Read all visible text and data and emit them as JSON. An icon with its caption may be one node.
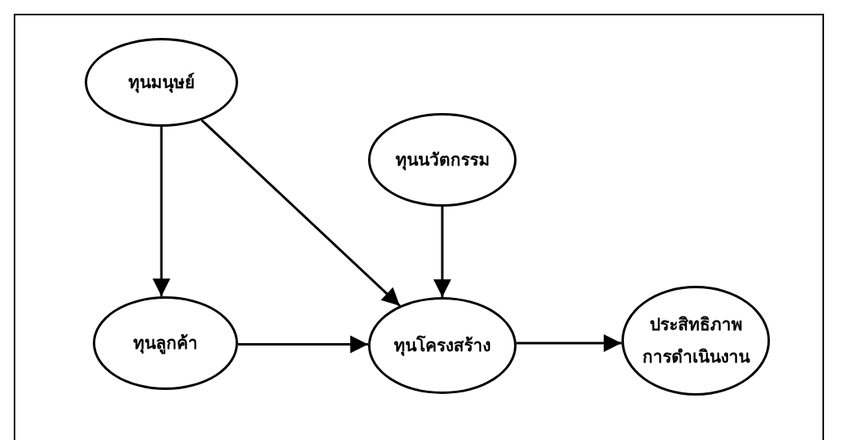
{
  "diagram": {
    "nodes": [
      {
        "text": [
          "ทุนมนุษย์"
        ]
      },
      {
        "text": [
          "ทุนนวัตกรรม"
        ]
      },
      {
        "text": [
          "ทุนลูกค้า"
        ]
      },
      {
        "text": [
          "ทุนโครงสร้าง"
        ]
      },
      {
        "text": [
          "ประสิทธิภาพการดำเนินงาน"
        ]
      }
    ],
    "edges": [
      {
        "from": 0,
        "to": 2,
        "arrow": "to"
      },
      {
        "from": 0,
        "to": 3,
        "arrow": "to"
      },
      {
        "from": 1,
        "to": 3,
        "arrow": "to"
      },
      {
        "from": 2,
        "to": 3,
        "arrow": "to"
      },
      {
        "from": 3,
        "to": 4,
        "arrow": "to"
      }
    ]
  }
}
